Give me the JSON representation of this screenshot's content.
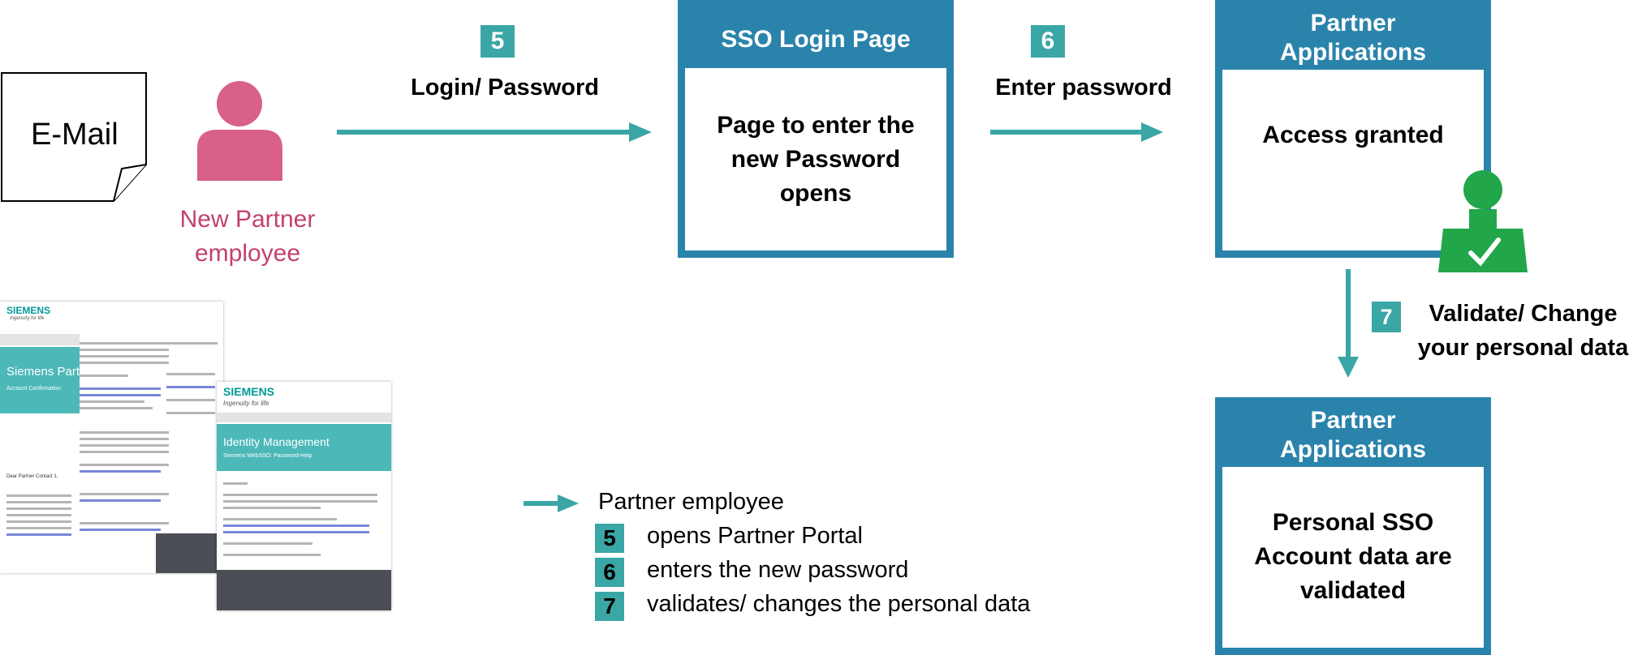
{
  "email_note": {
    "label": "E-Mail"
  },
  "actor": {
    "line1": "New Partner",
    "line2": "employee"
  },
  "step5": {
    "num": "5",
    "label": "Login/ Password"
  },
  "step6": {
    "num": "6",
    "label": "Enter password"
  },
  "step7": {
    "num": "7",
    "line1": "Validate/ Change",
    "line2": "your personal data"
  },
  "sso_box": {
    "title": "SSO Login Page",
    "body": [
      "Page to enter the",
      "new Password",
      "opens"
    ]
  },
  "partner_box1": {
    "title": [
      "Partner",
      "Applications"
    ],
    "body": "Access granted"
  },
  "partner_box2": {
    "title": [
      "Partner",
      "Applications"
    ],
    "body": [
      "Personal SSO",
      "Account data are",
      "validated"
    ]
  },
  "legend": {
    "title": "Partner employee",
    "items": [
      {
        "num": "5",
        "text": "opens Partner Portal"
      },
      {
        "num": "6",
        "text": "enters the new password"
      },
      {
        "num": "7",
        "text": "validates/ changes the personal data"
      }
    ]
  },
  "email_preview_1": {
    "brand": "SIEMENS",
    "tagline": "Ingenuity for life",
    "banner_title": "Siemens Partne",
    "banner_sub": "Account Confirmation",
    "greeting": "Dear Partner Contact 1,"
  },
  "email_preview_2": {
    "brand": "SIEMENS",
    "tagline": "Ingenuity for life",
    "banner_title": "Identity Management",
    "banner_sub": "Siemens WebSSO: Password-Help"
  },
  "colors": {
    "teal": "#3aa6a6",
    "blue": "#2a83ab",
    "pink": "#d9608a",
    "green": "#22a64a"
  }
}
